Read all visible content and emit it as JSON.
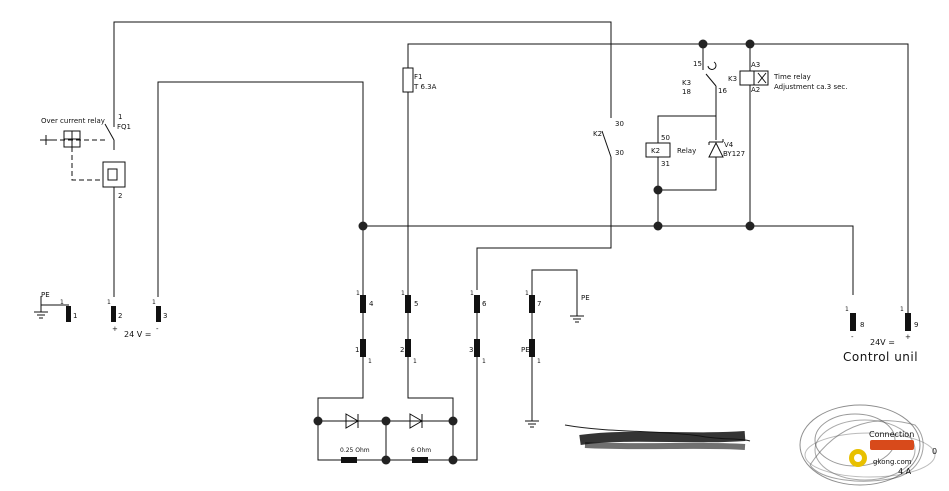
{
  "labels": {
    "over_current_relay": "Over current relay",
    "fq1_num": "1",
    "fq1": "FQ1",
    "fq1_bottom": "2",
    "fuse_name": "F1",
    "fuse_rating": "T 6.3A",
    "k2_contact": "K2",
    "k2_contact_top": "30",
    "k2_contact_bottom": "30",
    "k3_left": "K3",
    "k3_left_num": "18",
    "k3_right": "K3",
    "k3_15": "15",
    "k3_16": "16",
    "a3": "A3",
    "a2": "A2",
    "time_relay": "Time relay",
    "time_adjust": "Adjustment ca.3 sec.",
    "k2_coil": "K2",
    "k2_50": "50",
    "k2_31": "31",
    "relay": "Relay",
    "v4": "V4",
    "v4_type": "BY127",
    "pe_left": "PE",
    "pe_mid": "PE",
    "pe_bottom": "PE",
    "term_1": "1",
    "term_2": "2",
    "term_3": "3",
    "plus_left": "+",
    "minus_left": "-",
    "v24_left": "24 V =",
    "upper_4": "4",
    "upper_5": "5",
    "upper_6": "6",
    "upper_7": "7",
    "lower_1": "1",
    "lower_2": "2",
    "lower_3": "3",
    "tick": "1",
    "term_8": "8",
    "term_9": "9",
    "minus_right": "-",
    "plus_right": "+",
    "v24_right": "24V =",
    "control_unit": "Control unil",
    "res_1": "0.25 Ohm",
    "res_2": "6 Ohm",
    "connection": "Connection",
    "corner_2": "0",
    "corner_3": "4 A",
    "watermark": "gkong.com"
  }
}
